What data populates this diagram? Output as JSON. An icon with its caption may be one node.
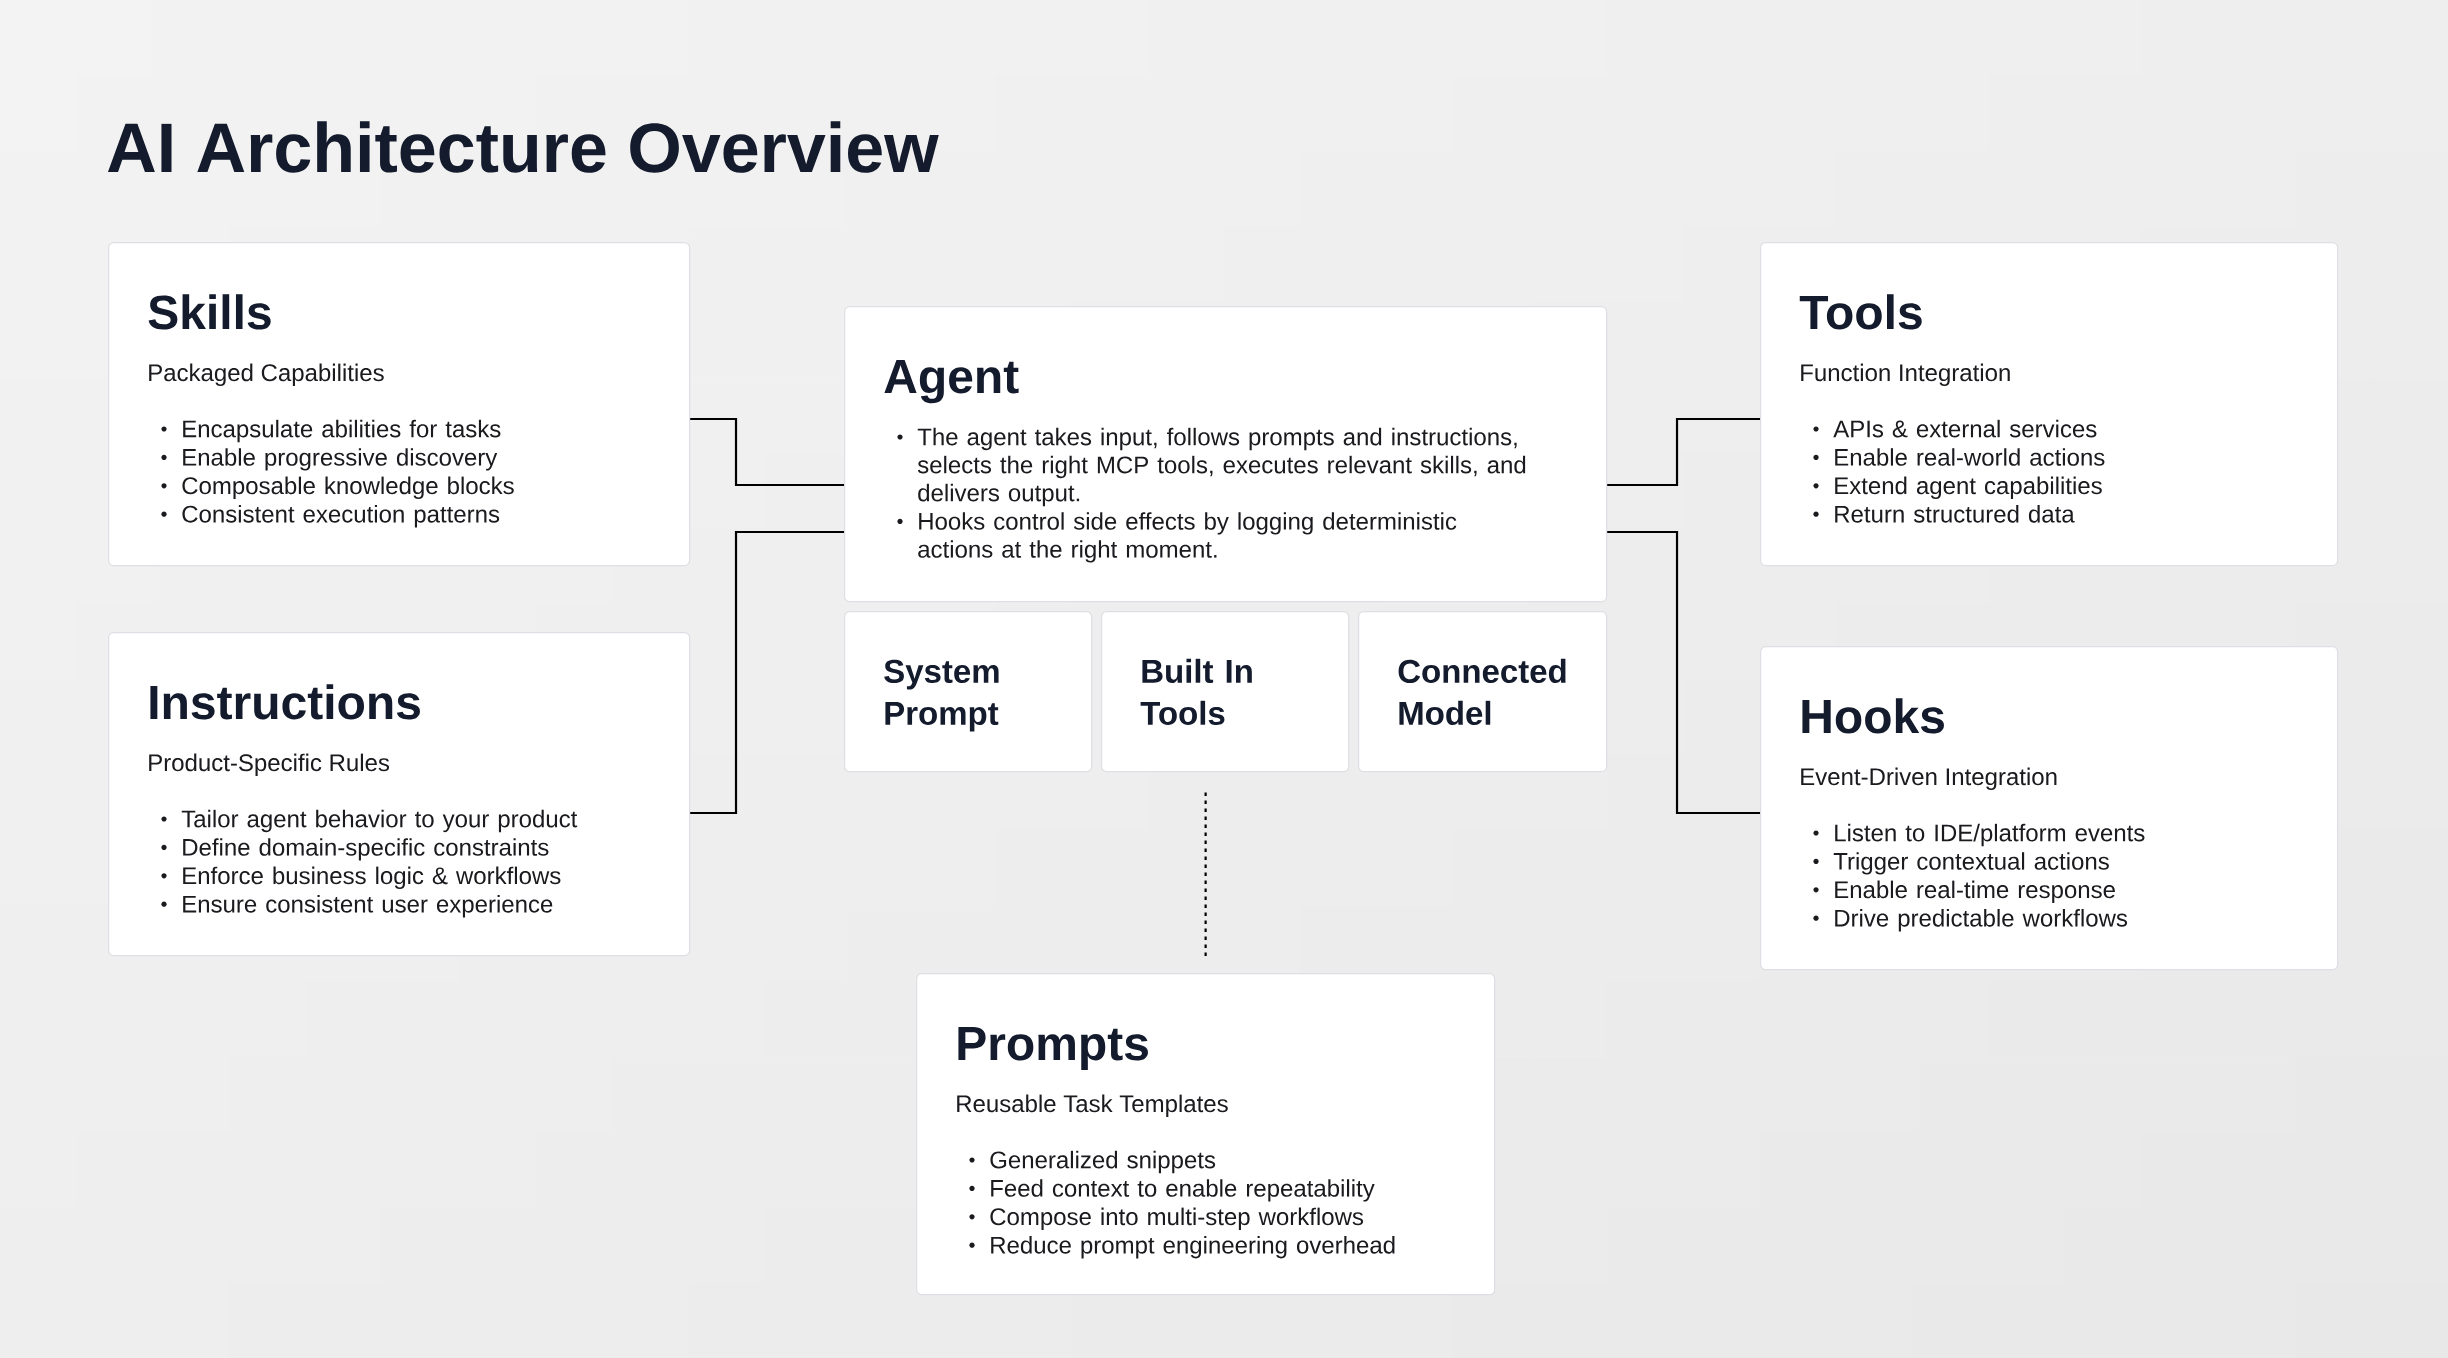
{
  "diagram": {
    "title": "AI Architecture Overview",
    "nodes": [
      {
        "text": [
          "Skills",
          "Packaged Capabilities",
          "Encapsulate abilities for tasks",
          "Enable progressive discovery",
          "Composable knowledge blocks",
          "Consistent execution patterns"
        ]
      },
      {
        "text": [
          "Agent",
          "The agent takes input, follows prompts and instructions, selects the right MCP tools, executes relevant skills, and delivers output.",
          "Hooks control side effects by logging deterministic actions at the right moment."
        ]
      },
      {
        "text": [
          "Tools",
          "Function Integration",
          "APIs & external services",
          "Enable real-world actions",
          "Extend agent capabilities",
          "Return structured data"
        ]
      },
      {
        "text": [
          "Instructions",
          "Product-Specific Rules",
          "Tailor agent behavior to your product",
          "Define domain-specific constraints",
          "Enforce business logic & workflows",
          "Ensure consistent user experience"
        ]
      },
      {
        "text": [
          "System Prompt"
        ]
      },
      {
        "text": [
          "Built In Tools"
        ]
      },
      {
        "text": [
          "Connected Model"
        ]
      },
      {
        "text": [
          "Hooks",
          "Event-Driven Integration",
          "Listen to IDE/platform events",
          "Trigger contextual actions",
          "Enable real-time response",
          "Drive predictable workflows"
        ]
      },
      {
        "text": [
          "Prompts",
          "Reusable Task Templates",
          "Generalized snippets",
          "Feed context to enable repeatability",
          "Compose into multi-step workflows",
          "Reduce prompt engineering overhead"
        ]
      }
    ],
    "edges": [
      {
        "from": 0,
        "to": 1,
        "arrow": "none"
      },
      {
        "from": 3,
        "to": 1,
        "arrow": "none"
      },
      {
        "from": 1,
        "to": 2,
        "arrow": "none"
      },
      {
        "from": 1,
        "to": 7,
        "arrow": "none"
      },
      {
        "from": 8,
        "to": 5,
        "arrow": "none",
        "style": "dashed"
      }
    ]
  }
}
